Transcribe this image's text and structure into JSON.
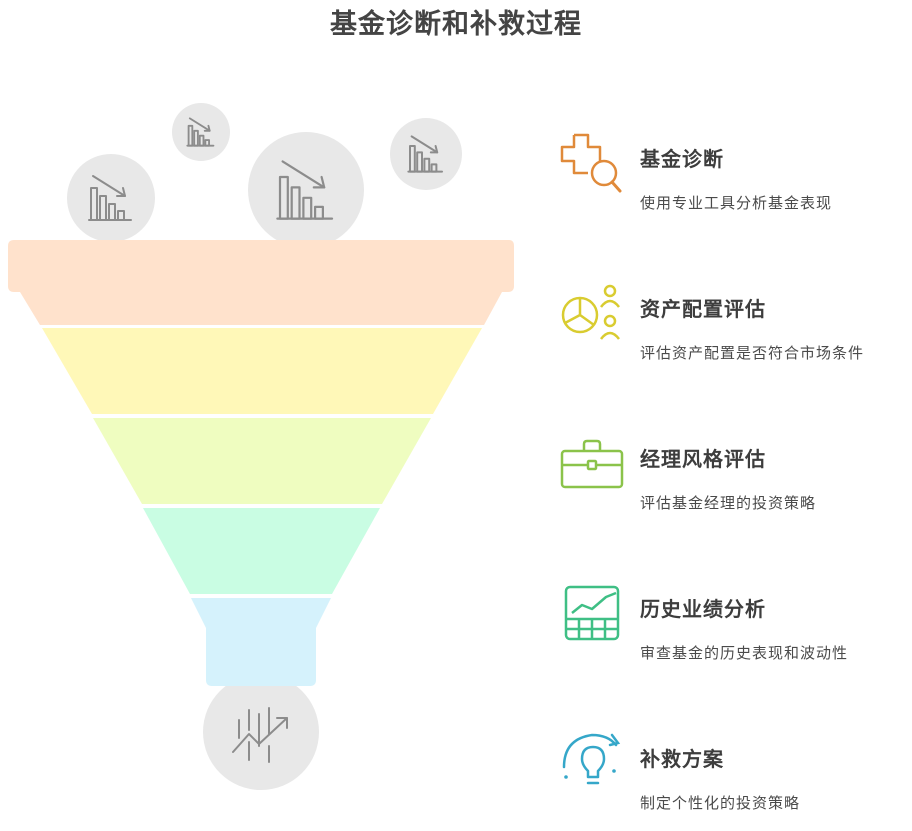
{
  "title": "基金诊断和补救过程",
  "colors": {
    "funnel": [
      "#FFE2CC",
      "#FFF8B8",
      "#EFFDC0",
      "#C9FDE3",
      "#D5F2FC"
    ],
    "icons": [
      "#E08A3A",
      "#D9CC30",
      "#8BC34A",
      "#3FBF85",
      "#35A7C9"
    ],
    "bubble": "#E8E8E8",
    "bubble_icon": "#8C8C8C"
  },
  "input_icons": [
    "decline-chart-icon",
    "decline-chart-icon",
    "decline-chart-icon",
    "decline-chart-icon"
  ],
  "output_icon": "growth-chart-icon",
  "steps": [
    {
      "label": "基金诊断",
      "desc": "使用专业工具分析基金表现",
      "icon": "medical-search-icon"
    },
    {
      "label": "资产配置评估",
      "desc": "评估资产配置是否符合市场条件",
      "icon": "pie-chart-people-icon"
    },
    {
      "label": "经理风格评估",
      "desc": "评估基金经理的投资策略",
      "icon": "briefcase-icon"
    },
    {
      "label": "历史业绩分析",
      "desc": "审查基金的历史表现和波动性",
      "icon": "performance-table-icon"
    },
    {
      "label": "补救方案",
      "desc": "制定个性化的投资策略",
      "icon": "lightbulb-icon"
    }
  ]
}
